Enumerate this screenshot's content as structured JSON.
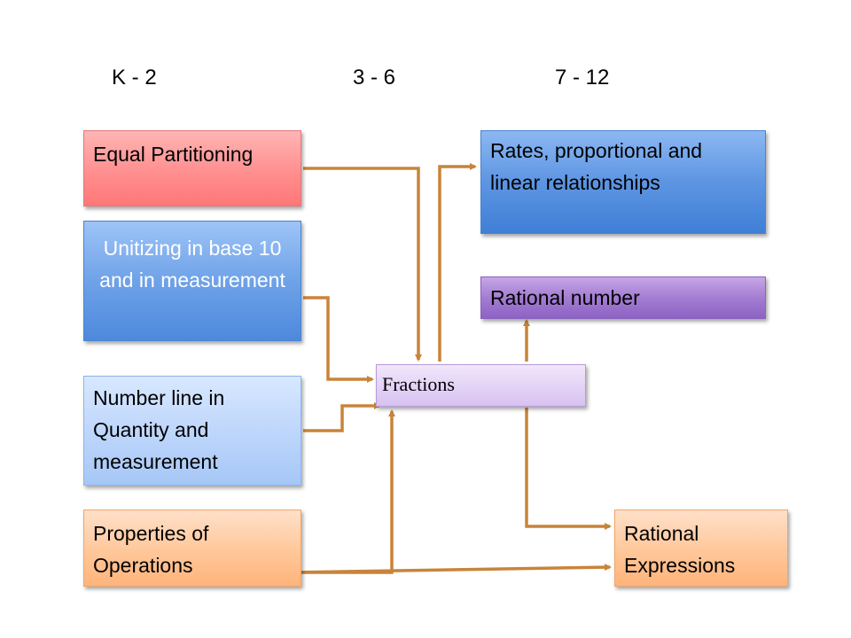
{
  "grade_bands": [
    {
      "label": "K - 2"
    },
    {
      "label": "3 - 6"
    },
    {
      "label": "7 - 12"
    }
  ],
  "boxes": {
    "equal_partitioning": "Equal Partitioning",
    "unitizing": "Unitizing in base 10 and in measurement",
    "number_line": "Number line in Quantity and measurement",
    "properties_of_operations": "Properties of Operations",
    "fractions": "Fractions",
    "rates": "Rates, proportional and linear relationships",
    "rational_number": "Rational number",
    "rational_expressions": "Rational Expressions"
  },
  "colors": {
    "arrow": "#c8843a",
    "pink": "#ff8c8c",
    "blue": "#5d95e2",
    "light_blue": "#bcd5fb",
    "orange": "#ffc79a",
    "purple": "#a47dd2",
    "light_purple": "#e3d2f6"
  }
}
